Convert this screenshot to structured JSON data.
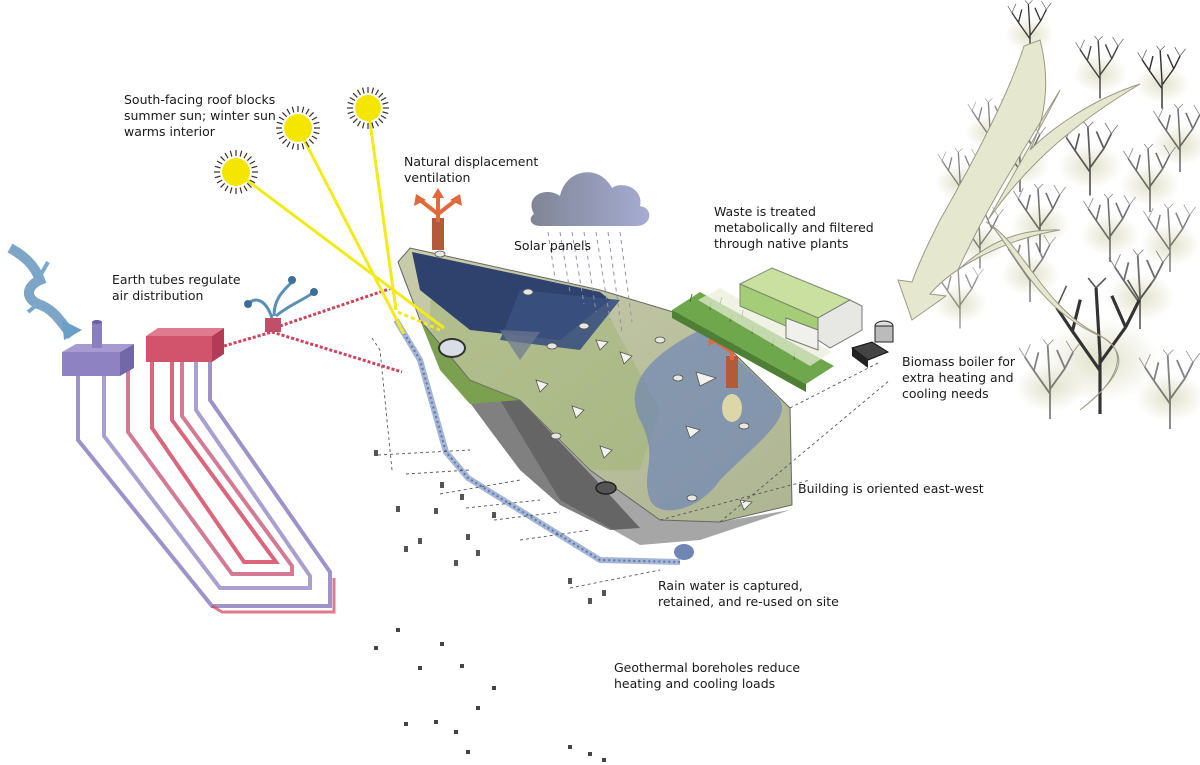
{
  "labels": {
    "roof_sun": "South-facing roof blocks\nsummer sun; winter sun\nwarms interior",
    "ventilation": "Natural displacement\nventilation",
    "solar_panels": "Solar panels",
    "waste": "Waste is treated\nmetabolically and filtered\nthrough native plants",
    "earth_tubes": "Earth tubes regulate\nair distribution",
    "biomass": "Biomass boiler for\nextra heating and\ncooling needs",
    "orientation": "Building is oriented east-west",
    "rain": "Rain water is captured,\nretained, and re-used on site",
    "geothermal": "Geothermal boreholes reduce\nheating and cooling loads"
  },
  "colors": {
    "sun": "#f5e600",
    "sun_ray": "#f2ea1a",
    "roof": "#b9bf98",
    "roof_green": "#8fb066",
    "solar": "#2d3f6b",
    "water": "#6f86b5",
    "vent_arrow": "#e06a3c",
    "cool_pipe": "#8c7fc0",
    "warm_pipe": "#d2405a",
    "borehole_top": "#f2a23c",
    "borehole_bottom": "#c42a28",
    "wetland": "#7fb85a",
    "tree_arrow": "#e6e7cf"
  },
  "icons": [
    "sun-icon",
    "cloud-icon",
    "ventilation-arrow-icon",
    "wind-icon",
    "tree-icon",
    "biomass-boiler-icon"
  ]
}
